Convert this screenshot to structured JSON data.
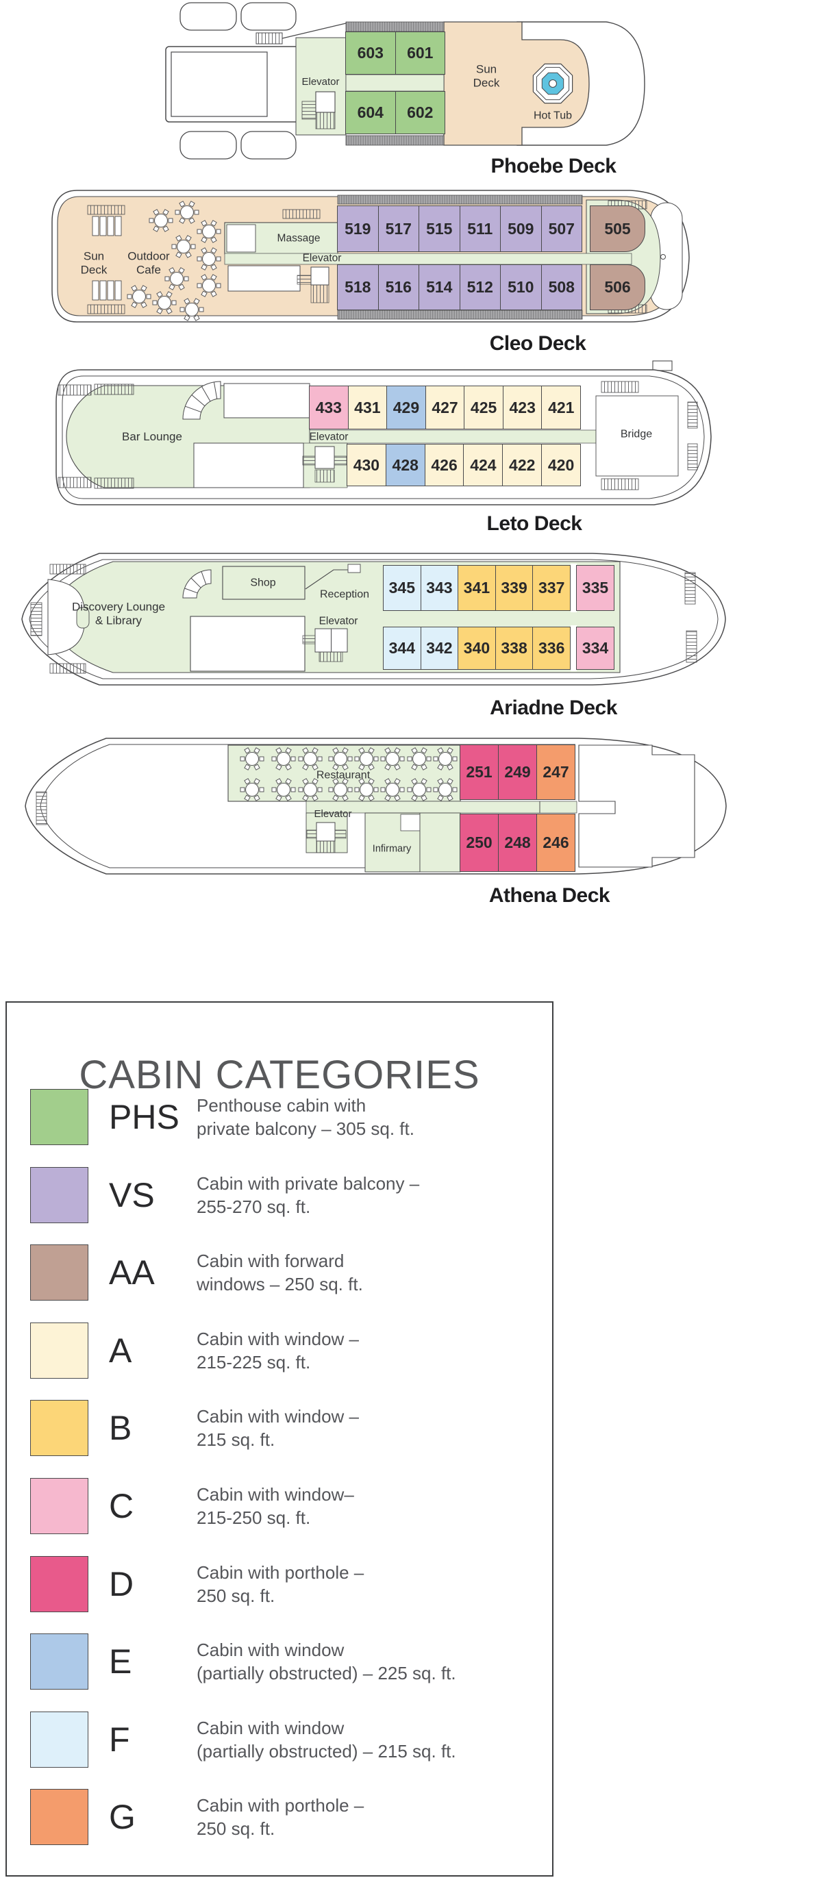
{
  "colors": {
    "PHS": "#a2ce8c",
    "VS": "#bbafd6",
    "AA": "#c0a093",
    "A": "#fdf3d6",
    "B": "#fcd678",
    "C": "#f6b8ce",
    "D": "#e85a8b",
    "E": "#adc9e8",
    "F": "#def0fa",
    "G": "#f49c6c",
    "public_area": "#e5f0da",
    "deck_floor": "#f4dfc4",
    "hot_tub_water": "#5ec3e0"
  },
  "decks": [
    {
      "title": "Phoebe Deck",
      "rooms": {
        "elevator": "Elevator",
        "sun_deck": "Sun\nDeck",
        "hot_tub": "Hot Tub"
      },
      "cabin_rows": {
        "top": [
          {
            "number": "603",
            "category": "PHS"
          },
          {
            "number": "601",
            "category": "PHS"
          }
        ],
        "bottom": [
          {
            "number": "604",
            "category": "PHS"
          },
          {
            "number": "602",
            "category": "PHS"
          }
        ]
      }
    },
    {
      "title": "Cleo Deck",
      "rooms": {
        "sun_deck": "Sun\nDeck",
        "outdoor_cafe": "Outdoor\nCafe",
        "massage": "Massage",
        "elevator": "Elevator"
      },
      "cabin_rows": {
        "top": [
          {
            "number": "519",
            "category": "VS"
          },
          {
            "number": "517",
            "category": "VS"
          },
          {
            "number": "515",
            "category": "VS"
          },
          {
            "number": "511",
            "category": "VS"
          },
          {
            "number": "509",
            "category": "VS"
          },
          {
            "number": "507",
            "category": "VS"
          }
        ],
        "top_fwd": [
          {
            "number": "505",
            "category": "AA"
          }
        ],
        "bottom": [
          {
            "number": "518",
            "category": "VS"
          },
          {
            "number": "516",
            "category": "VS"
          },
          {
            "number": "514",
            "category": "VS"
          },
          {
            "number": "512",
            "category": "VS"
          },
          {
            "number": "510",
            "category": "VS"
          },
          {
            "number": "508",
            "category": "VS"
          }
        ],
        "bottom_fwd": [
          {
            "number": "506",
            "category": "AA"
          }
        ]
      }
    },
    {
      "title": "Leto Deck",
      "rooms": {
        "bar_lounge": "Bar Lounge",
        "elevator": "Elevator",
        "bridge": "Bridge"
      },
      "cabin_rows": {
        "top": [
          {
            "number": "433",
            "category": "C"
          },
          {
            "number": "431",
            "category": "A"
          },
          {
            "number": "429",
            "category": "E"
          },
          {
            "number": "427",
            "category": "A"
          },
          {
            "number": "425",
            "category": "A"
          },
          {
            "number": "423",
            "category": "A"
          },
          {
            "number": "421",
            "category": "A"
          }
        ],
        "bottom": [
          {
            "number": "430",
            "category": "A"
          },
          {
            "number": "428",
            "category": "E"
          },
          {
            "number": "426",
            "category": "A"
          },
          {
            "number": "424",
            "category": "A"
          },
          {
            "number": "422",
            "category": "A"
          },
          {
            "number": "420",
            "category": "A"
          }
        ]
      }
    },
    {
      "title": "Ariadne Deck",
      "rooms": {
        "lounge": "Discovery Lounge\n& Library",
        "shop": "Shop",
        "reception": "Reception",
        "elevator": "Elevator"
      },
      "cabin_rows": {
        "top": [
          {
            "number": "345",
            "category": "F"
          },
          {
            "number": "343",
            "category": "F"
          },
          {
            "number": "341",
            "category": "B"
          },
          {
            "number": "339",
            "category": "B"
          },
          {
            "number": "337",
            "category": "B"
          }
        ],
        "top_fwd": [
          {
            "number": "335",
            "category": "C"
          }
        ],
        "bottom": [
          {
            "number": "344",
            "category": "F"
          },
          {
            "number": "342",
            "category": "F"
          },
          {
            "number": "340",
            "category": "B"
          },
          {
            "number": "338",
            "category": "B"
          },
          {
            "number": "336",
            "category": "B"
          }
        ],
        "bottom_fwd": [
          {
            "number": "334",
            "category": "C"
          }
        ]
      }
    },
    {
      "title": "Athena Deck",
      "rooms": {
        "restaurant": "Restaurant",
        "elevator": "Elevator",
        "infirmary": "Infirmary"
      },
      "cabin_rows": {
        "top": [
          {
            "number": "251",
            "category": "D"
          },
          {
            "number": "249",
            "category": "D"
          },
          {
            "number": "247",
            "category": "G"
          }
        ],
        "bottom": [
          {
            "number": "250",
            "category": "D"
          },
          {
            "number": "248",
            "category": "D"
          },
          {
            "number": "246",
            "category": "G"
          }
        ]
      }
    }
  ],
  "legend": {
    "title": "CABIN CATEGORIES",
    "items": [
      {
        "code": "PHS",
        "color": "#a2ce8c",
        "line1": "Penthouse cabin with",
        "line2": "private balcony – 305 sq. ft."
      },
      {
        "code": "VS",
        "color": "#bbafd6",
        "line1": "Cabin with private balcony –",
        "line2": "255-270 sq. ft."
      },
      {
        "code": "AA",
        "color": "#c0a093",
        "line1": "Cabin with forward",
        "line2": "windows – 250 sq. ft."
      },
      {
        "code": "A",
        "color": "#fdf3d6",
        "line1": "Cabin with window –",
        "line2": "215-225 sq. ft."
      },
      {
        "code": "B",
        "color": "#fcd678",
        "line1": "Cabin with window –",
        "line2": "215 sq. ft."
      },
      {
        "code": "C",
        "color": "#f6b8ce",
        "line1": "Cabin with window–",
        "line2": "215-250 sq. ft."
      },
      {
        "code": "D",
        "color": "#e85a8b",
        "line1": "Cabin with porthole –",
        "line2": "250 sq. ft."
      },
      {
        "code": "E",
        "color": "#adc9e8",
        "line1": "Cabin with window",
        "line2": "(partially obstructed) – 225 sq. ft."
      },
      {
        "code": "F",
        "color": "#def0fa",
        "line1": "Cabin with window",
        "line2": "(partially obstructed) – 215 sq. ft."
      },
      {
        "code": "G",
        "color": "#f49c6c",
        "line1": "Cabin with porthole –",
        "line2": "250 sq. ft."
      }
    ]
  }
}
